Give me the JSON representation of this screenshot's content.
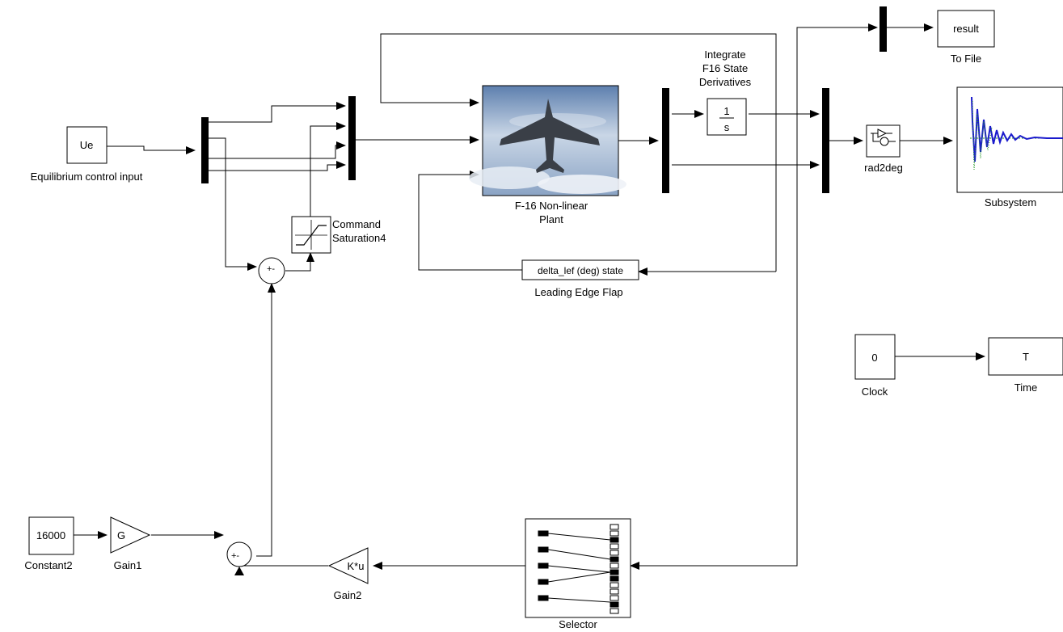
{
  "blocks": {
    "ue": {
      "text": "Ue",
      "caption": "Equilibrium control input"
    },
    "saturation": {
      "caption_line1": "Command",
      "caption_line2": "Saturation4"
    },
    "plant": {
      "caption_line1": "F-16 Non-linear",
      "caption_line2": "Plant"
    },
    "integrator": {
      "num": "1",
      "den": "s",
      "caption_line1": "Integrate",
      "caption_line2": "F16 State",
      "caption_line3": "Derivatives"
    },
    "to_file": {
      "text": "result",
      "caption": "To File"
    },
    "rad2deg": {
      "caption": "rad2deg"
    },
    "subsystem": {
      "caption": "Subsystem"
    },
    "lef": {
      "text": "delta_lef (deg) state",
      "caption": "Leading Edge Flap"
    },
    "clock": {
      "text": "0",
      "caption": "Clock"
    },
    "time": {
      "text": "T",
      "caption": "Time"
    },
    "constant2": {
      "text": "16000",
      "caption": "Constant2"
    },
    "gain1": {
      "text": "G",
      "caption": "Gain1"
    },
    "gain2": {
      "text": "K*u",
      "caption": "Gain2"
    },
    "selector": {
      "caption": "Selector"
    }
  },
  "sum1_signs": "+-",
  "sum2_signs": "+-",
  "colors": {
    "line": "#000000",
    "scope_trace": "#1a1acc",
    "scope_ref": "#2a9a2a",
    "sky": "#7f9fc4"
  }
}
